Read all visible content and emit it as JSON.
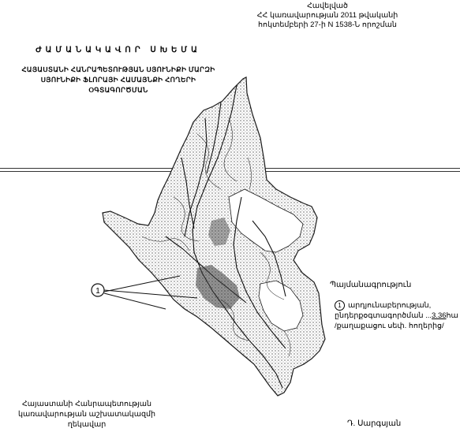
{
  "appendix": {
    "line1": "Հավելված",
    "line2": "ՀՀ կառավարության 2011 թվականի",
    "line3": "հոկտեմբերի 27-ի N 1538-Ն որոշման"
  },
  "document_title": "ԺԱՄԱՆԱԿԱՎՈՐ ՍԽԵՄԱ",
  "document_subtitle": {
    "line1": "ՀԱՅԱՍՏԱՆԻ ՀԱՆՐԱՊԵՏՈՒԹՅԱՆ ՍՅՈՒՆԻՔԻ ՄԱՐԶԻ",
    "line2": "ՍՅՈՒՆԻՔԻ ՖԼՈՐԱՅԻ ՀԱՄԱՅՆՔԻ ՀՈՂԵՐԻ",
    "line3": "ՕԳՏԱԳՈՐԾՄԱՆ"
  },
  "legend": {
    "title": "Պայմանագրություն",
    "marker_number": "1",
    "item_line1": "արդյունաբերության,",
    "item_line2_prefix": "ընդերքօգտագործման ...",
    "item_value": "3.36",
    "item_unit": "հա",
    "item_line3": "/քաղաքացու սեփ. հողերից/"
  },
  "map": {
    "callout_number": "1",
    "fill_color": "#d8d8d8",
    "outline_color": "#1a1a1a"
  },
  "signatory": {
    "position_line1": "Հայաստանի Հանրապետության",
    "position_line2": "կառավարության աշխատակազմի",
    "position_line3": "ղեկավար",
    "name": "Դ. Սարգսյան"
  }
}
